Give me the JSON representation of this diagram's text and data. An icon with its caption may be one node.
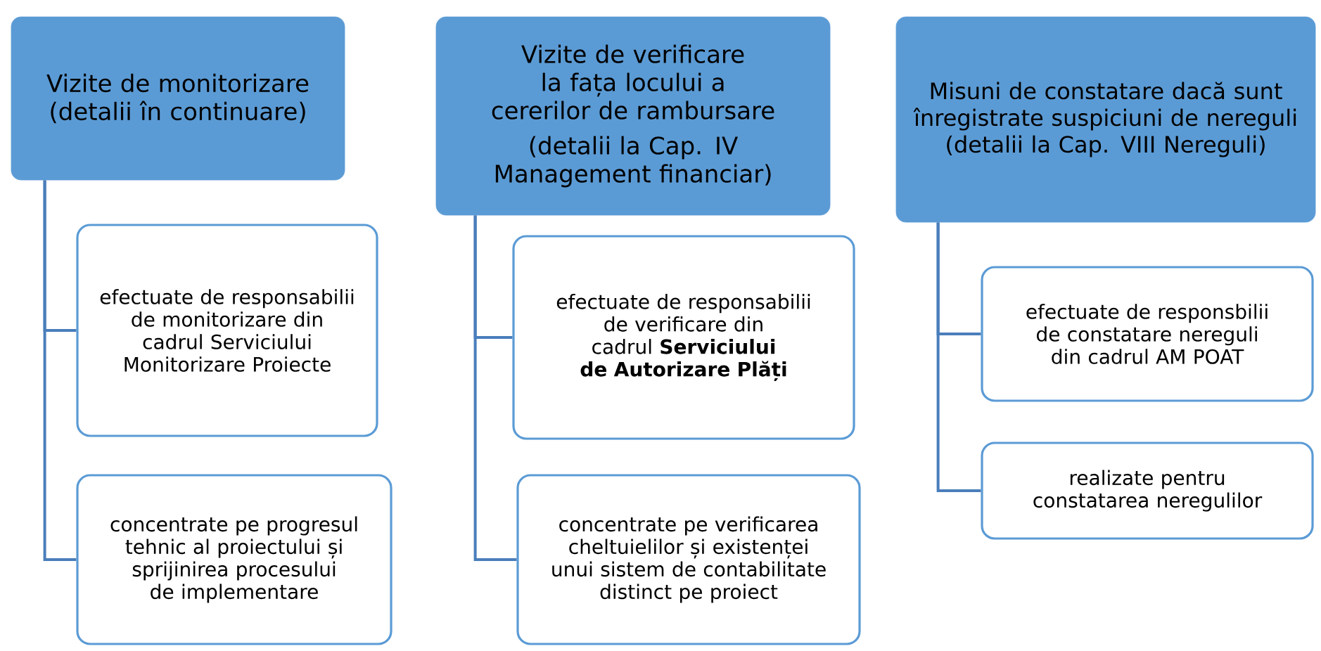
{
  "diagram": {
    "nodes": [
      {
        "text": [
          "Vizite de monitorizare (detalii în continuare)"
        ]
      },
      {
        "text": [
          "efectuate de responsabilii de monitorizare din cadrul Serviciului Monitorizare Proiecte"
        ]
      },
      {
        "text": [
          "concentrate pe progresul tehnic al proiectului și sprijinirea procesului de implementare"
        ]
      },
      {
        "text": [
          "Vizite de verificare la fața locului a cererilor de rambursare",
          "(detalii la Cap. IV Management financiar)"
        ]
      },
      {
        "text": [
          "efectuate de responsabilii de verificare din cadrul **Serviciului de Autorizare Plăți**"
        ]
      },
      {
        "text": [
          "concentrate pe verificarea cheltuielilor și existenței unui sistem de contabilitate distinct pe proiect"
        ]
      },
      {
        "text": [
          "Misuni de constatare dacă sunt înregistrate suspiciuni de nereguli (detalii la Cap. VIII Nereguli)"
        ]
      },
      {
        "text": [
          "efectuate de responsbilii de constatare nereguli din cadrul AM POAT"
        ]
      },
      {
        "text": [
          "realizate pentru constatarea neregulilor"
        ]
      }
    ],
    "edges": [
      {
        "from": 0,
        "to": 1,
        "arrow": "none"
      },
      {
        "from": 0,
        "to": 2,
        "arrow": "none"
      },
      {
        "from": 3,
        "to": 4,
        "arrow": "none"
      },
      {
        "from": 3,
        "to": 5,
        "arrow": "none"
      },
      {
        "from": 6,
        "to": 7,
        "arrow": "none"
      },
      {
        "from": 6,
        "to": 8,
        "arrow": "none"
      }
    ]
  }
}
